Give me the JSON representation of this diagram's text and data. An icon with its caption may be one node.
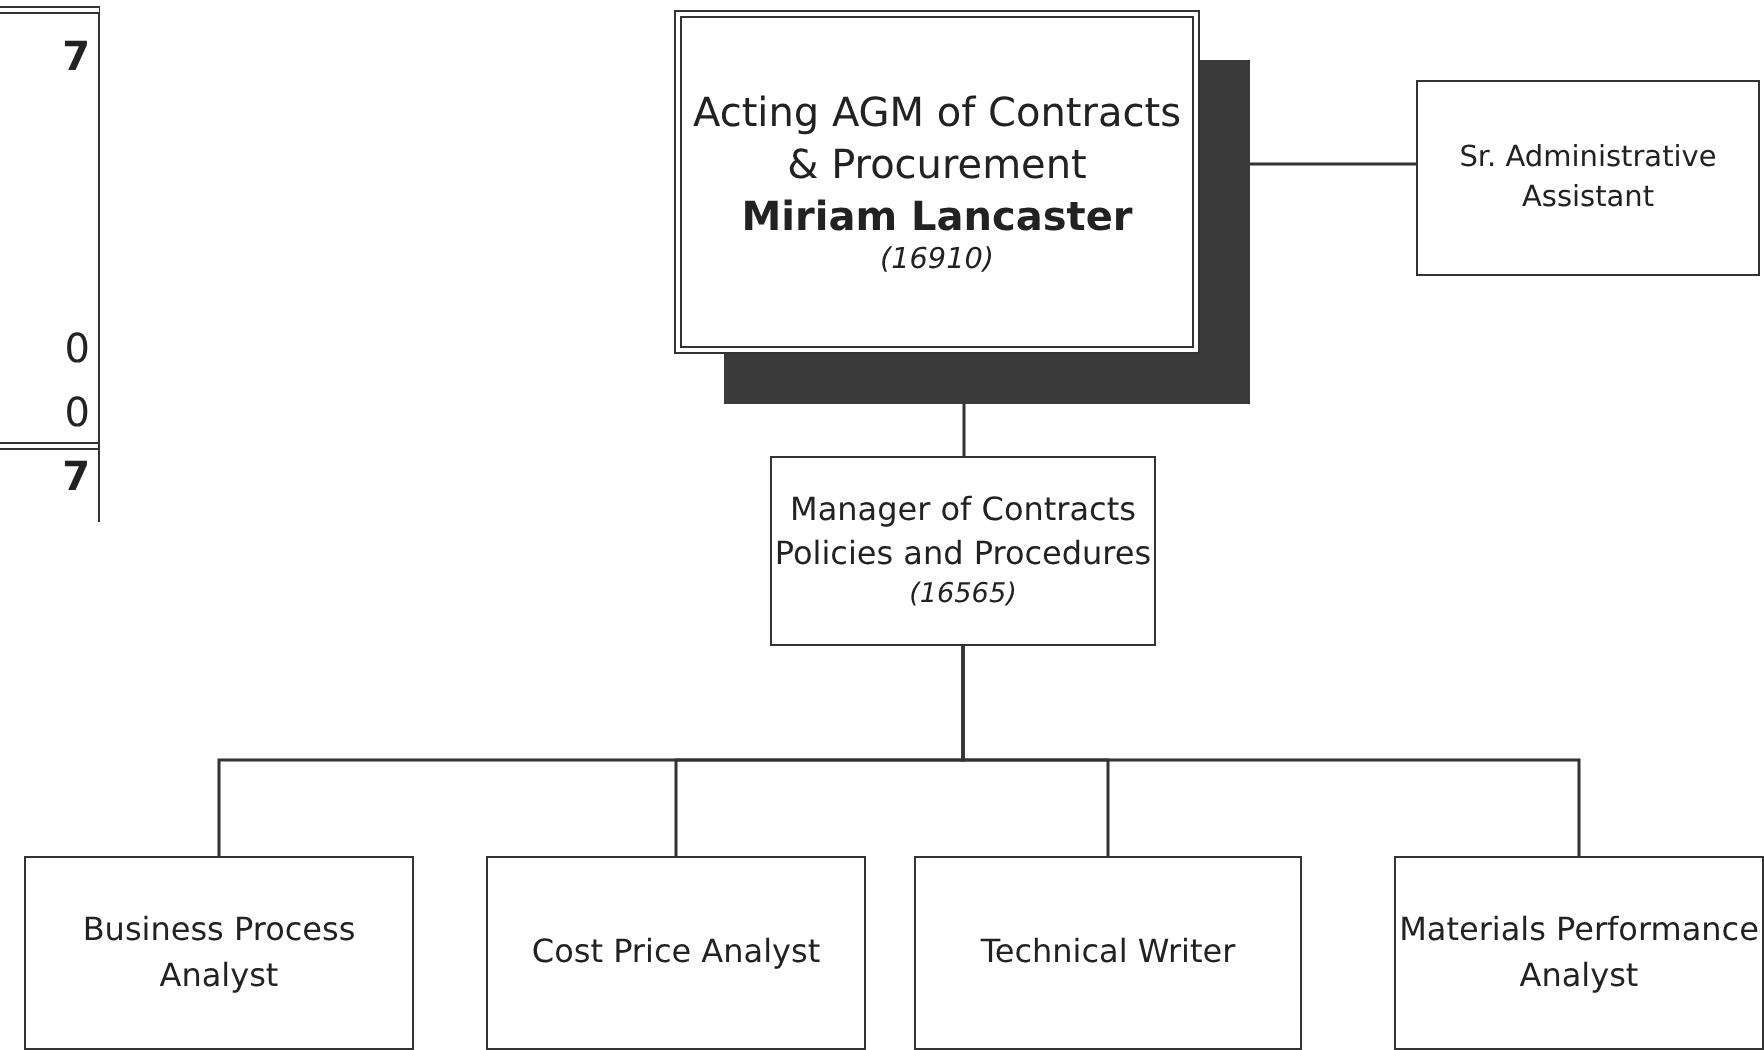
{
  "diagram": {
    "nodes": [
      {
        "text": [
          "Acting AGM of Contracts & Procurement",
          "Miriam Lancaster",
          "(16910)"
        ]
      },
      {
        "text": [
          "Sr. Administrative Assistant"
        ]
      },
      {
        "text": [
          "Manager of Contracts Policies and Procedures",
          "(16565)"
        ]
      },
      {
        "text": [
          "Business Process Analyst"
        ]
      },
      {
        "text": [
          "Cost Price Analyst"
        ]
      },
      {
        "text": [
          "Technical Writer"
        ]
      },
      {
        "text": [
          "Materials Performance Analyst"
        ]
      }
    ],
    "edges": [
      {
        "from": 0,
        "to": 1,
        "arrow": "none"
      },
      {
        "from": 0,
        "to": 2,
        "arrow": "none"
      },
      {
        "from": 2,
        "to": 3,
        "arrow": "none"
      },
      {
        "from": 2,
        "to": 4,
        "arrow": "none"
      },
      {
        "from": 2,
        "to": 5,
        "arrow": "none"
      },
      {
        "from": 2,
        "to": 6,
        "arrow": "none"
      }
    ],
    "labels": [
      "7",
      "0",
      "0",
      "7"
    ]
  }
}
